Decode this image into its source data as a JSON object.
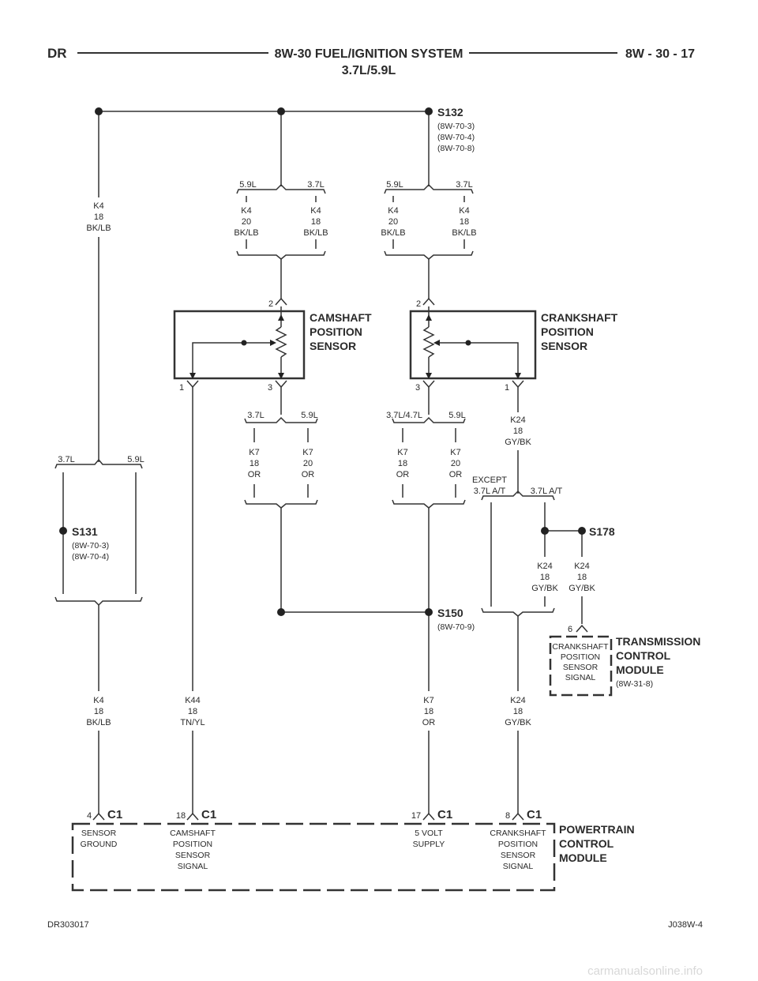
{
  "header": {
    "left": "DR",
    "title": "8W-30 FUEL/IGNITION SYSTEM",
    "subtitle": "3.7L/5.9L",
    "right": "8W - 30 - 17"
  },
  "splices": {
    "s132": {
      "name": "S132",
      "refs": [
        "(8W-70-3)",
        "(8W-70-4)",
        "(8W-70-8)"
      ]
    },
    "s131": {
      "name": "S131",
      "refs": [
        "(8W-70-3)",
        "(8W-70-4)"
      ]
    },
    "s150": {
      "name": "S150",
      "refs": [
        "(8W-70-9)"
      ]
    },
    "s178": {
      "name": "S178"
    }
  },
  "variants": {
    "v59": "5.9L",
    "v37": "3.7L",
    "v3747": "3.7L/4.7L",
    "except": "EXCEPT",
    "except2": "3.7L A/T",
    "at": "3.7L A/T"
  },
  "wires": {
    "k4": "K4",
    "k7": "K7",
    "k24": "K24",
    "k44": "K44",
    "g18": "18",
    "g20": "20",
    "bklb": "BK/LB",
    "or": "OR",
    "gybk": "GY/BK",
    "tnyl": "TN/YL"
  },
  "pins": {
    "p1": "1",
    "p2": "2",
    "p3": "3",
    "p4": "4",
    "p6": "6",
    "p8": "8",
    "p17": "17",
    "p18": "18"
  },
  "components": {
    "cam": [
      "CAMSHAFT",
      "POSITION",
      "SENSOR"
    ],
    "crank": [
      "CRANKSHAFT",
      "POSITION",
      "SENSOR"
    ],
    "tcm": [
      "TRANSMISSION",
      "CONTROL",
      "MODULE"
    ],
    "tcm_ref": "(8W-31-8)",
    "tcm_pin": [
      "CRANKSHAFT",
      "POSITION",
      "SENSOR",
      "SIGNAL"
    ],
    "pcm": [
      "POWERTRAIN",
      "CONTROL",
      "MODULE"
    ],
    "connector": "C1",
    "pcm_pins": {
      "ground": [
        "SENSOR",
        "GROUND"
      ],
      "cam": [
        "CAMSHAFT",
        "POSITION",
        "SENSOR",
        "SIGNAL"
      ],
      "supply": [
        "5 VOLT",
        "SUPPLY"
      ],
      "crank": [
        "CRANKSHAFT",
        "POSITION",
        "SENSOR",
        "SIGNAL"
      ]
    }
  },
  "footer": {
    "left": "DR303017",
    "right": "J038W-4"
  },
  "watermark": "carmanualsonline.info"
}
